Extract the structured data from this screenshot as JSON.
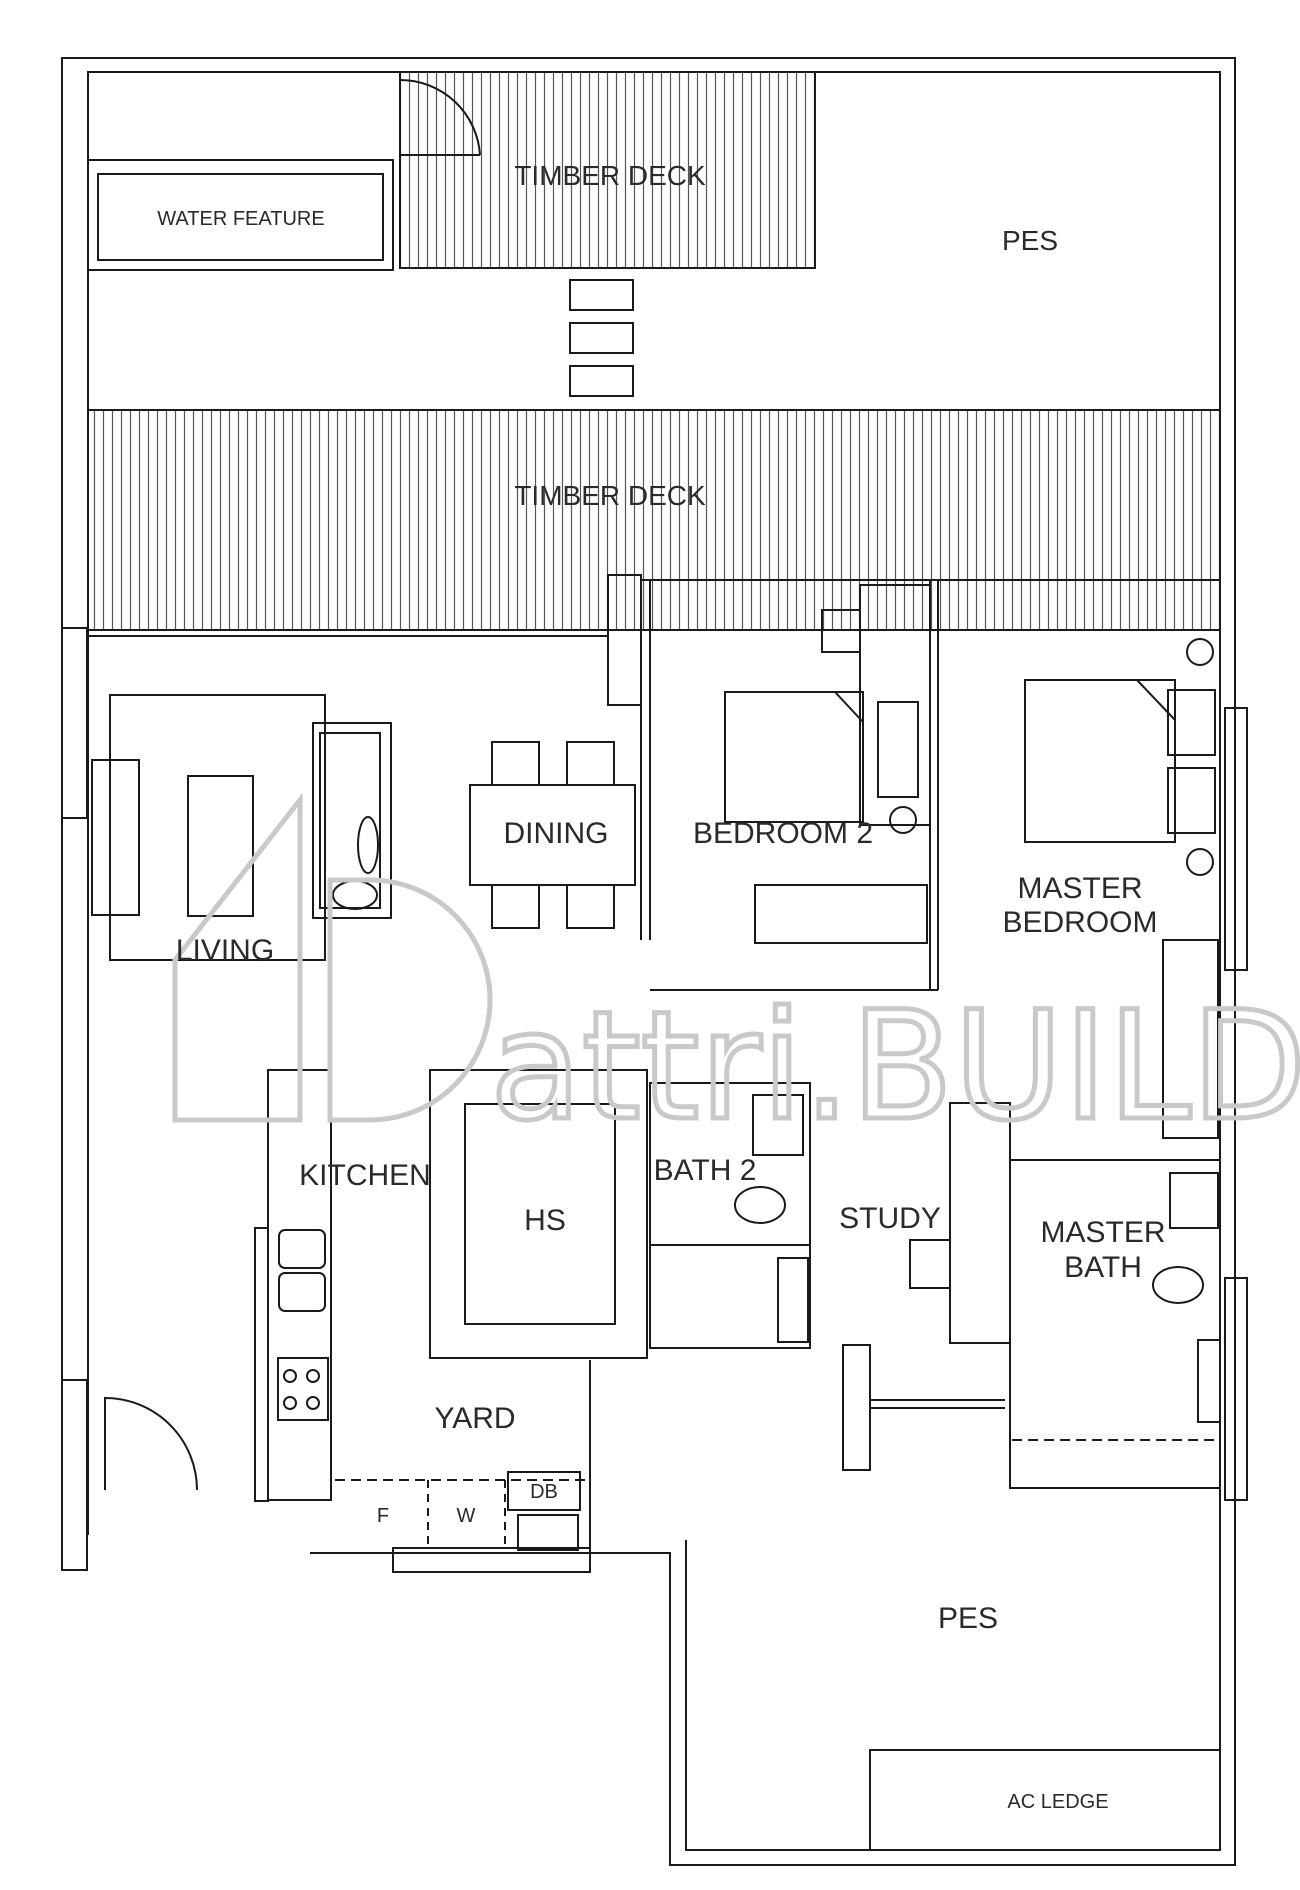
{
  "watermark": {
    "text": "attri.BUILD"
  },
  "rooms": {
    "timber_deck_top": "TIMBER DECK",
    "timber_deck_mid": "TIMBER DECK",
    "water_feature": "WATER FEATURE",
    "pes_top": "PES",
    "living": "LIVING",
    "dining": "DINING",
    "bedroom_2": "BEDROOM 2",
    "master_bedroom_line1": "MASTER",
    "master_bedroom_line2": "BEDROOM",
    "kitchen": "KITCHEN",
    "hs": "HS",
    "bath_2": "BATH 2",
    "study": "STUDY",
    "master_bath_line1": "MASTER",
    "master_bath_line2": "BATH",
    "yard": "YARD",
    "fridge": "F",
    "washer": "W",
    "db": "DB",
    "pes_bottom": "PES",
    "ac_ledge": "AC LEDGE"
  },
  "colors": {
    "line": "#1a1a1a",
    "watermark": "#c9c9c9"
  }
}
